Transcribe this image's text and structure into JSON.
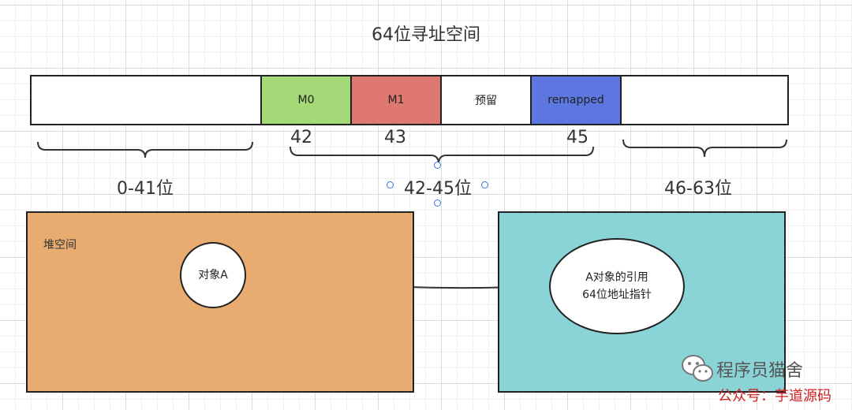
{
  "title": "64位寻址空间",
  "segments": [
    {
      "label": "",
      "color": "#ffffff"
    },
    {
      "label": "M0",
      "color": "#a3d977"
    },
    {
      "label": "M1",
      "color": "#e07872"
    },
    {
      "label": "预留",
      "color": "#ffffff"
    },
    {
      "label": "remapped",
      "color": "#5c77e0"
    },
    {
      "label": "",
      "color": "#ffffff"
    }
  ],
  "bit_numbers": [
    "42",
    "43",
    "45"
  ],
  "ranges": [
    "0-41位",
    "42-45位",
    "46-63位"
  ],
  "heap": {
    "label": "堆空间",
    "object": "对象A",
    "color": "#e8ab70"
  },
  "stack": {
    "reference_line1": "A对象的引用",
    "reference_line2": "64位地址指针",
    "color": "#8ad4d8"
  },
  "watermark": {
    "title": "程序员猫舍",
    "subtitle": "公众号：芋道源码"
  }
}
